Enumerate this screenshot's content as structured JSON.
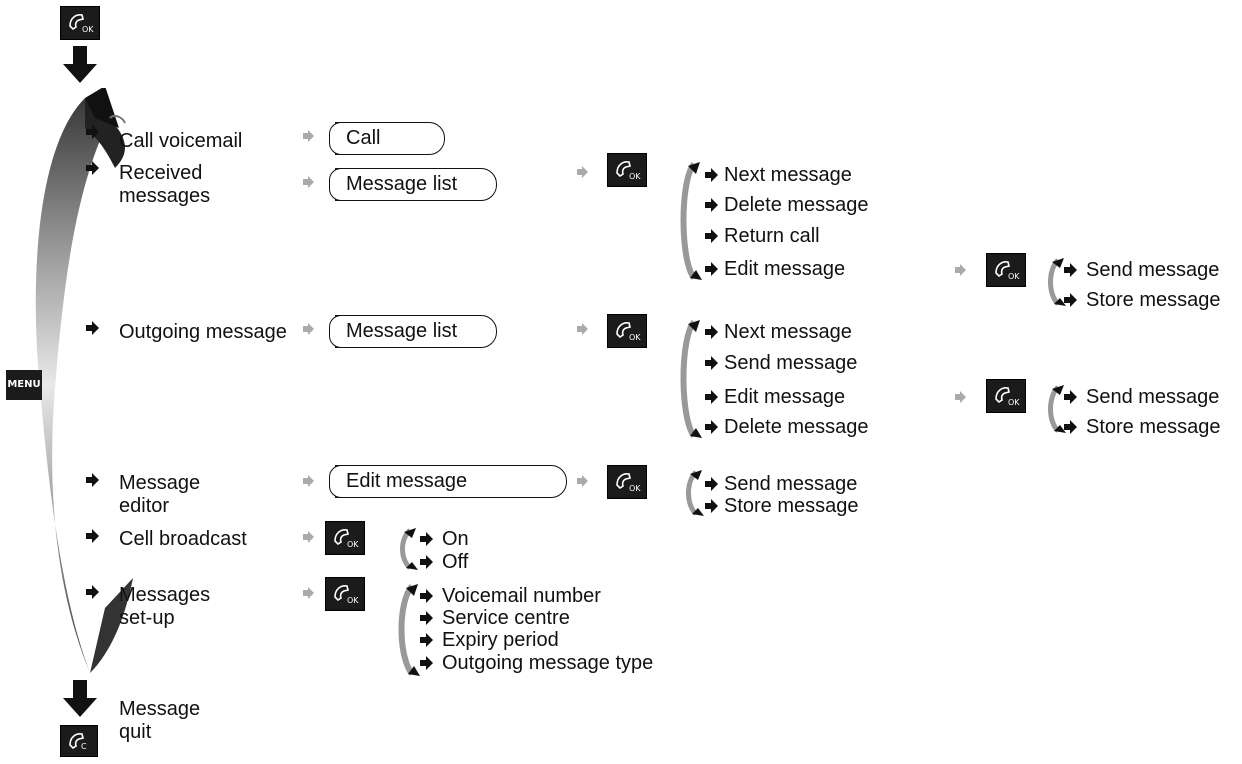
{
  "menu_key": "MENU",
  "menu_items": [
    {
      "label": "Call voicemail"
    },
    {
      "label": "Received messages",
      "line1": "Received",
      "line2": "messages"
    },
    {
      "label": "Outgoing message"
    },
    {
      "label": "Message editor",
      "line1": "Message",
      "line2": "editor"
    },
    {
      "label": "Cell broadcast"
    },
    {
      "label": "Messages set-up",
      "line1": "Messages",
      "line2": "set-up"
    }
  ],
  "quit": {
    "line1": "Message",
    "line2": "quit"
  },
  "screens": {
    "call": "Call",
    "received_list": "Message list",
    "outgoing_list": "Message list",
    "editor": "Edit message"
  },
  "received_options": [
    "Next message",
    "Delete message",
    "Return call",
    "Edit message"
  ],
  "received_edit_options": [
    "Send message",
    "Store message"
  ],
  "outgoing_options": [
    "Next message",
    "Send message",
    "Edit message",
    "Delete message"
  ],
  "outgoing_edit_options": [
    "Send message",
    "Store message"
  ],
  "editor_options": [
    "Send message",
    "Store message"
  ],
  "broadcast_options": [
    "On",
    "Off"
  ],
  "setup_options": [
    "Voicemail number",
    "Service centre",
    "Expiry period",
    "Outgoing message type"
  ]
}
